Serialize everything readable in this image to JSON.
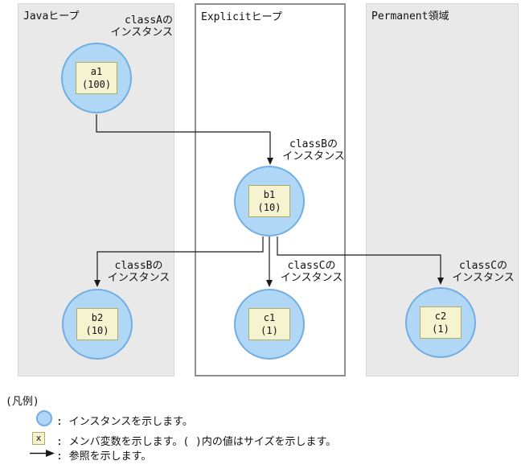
{
  "figure": {
    "panels": {
      "java": {
        "title": "Javaヒープ"
      },
      "explicit": {
        "title": "Explicitヒープ"
      },
      "permanent": {
        "title": "Permanent領域"
      }
    },
    "nodes": {
      "a1": {
        "name": "a1",
        "size": "(100)"
      },
      "b1": {
        "name": "b1",
        "size": "(10)"
      },
      "b2": {
        "name": "b2",
        "size": "(10)"
      },
      "c1": {
        "name": "c1",
        "size": "(1)"
      },
      "c2": {
        "name": "c2",
        "size": "(1)"
      }
    },
    "labels": {
      "a1": "classAの\nインスタンス",
      "b1": "classBの\nインスタンス",
      "b2": "classBの\nインスタンス",
      "c1": "classCの\nインスタンス",
      "c2": "classCの\nインスタンス"
    },
    "references": [
      "a1 -> b1",
      "b1 -> b2",
      "b1 -> c1",
      "b1 -> c2"
    ]
  },
  "legend": {
    "title": "(凡例)",
    "instance_item": {
      "text": ": インスタンスを示します。"
    },
    "member_item": {
      "icon_label": "x",
      "text": ": メンバ変数を示します。( )内の値はサイズを示します。"
    },
    "reference_item": {
      "text": ": 参照を示します。"
    }
  },
  "colors": {
    "panel_gray": "#e9e9e9",
    "explicit_border": "#8f8f8f",
    "instance_fill": "#b0d7f5",
    "instance_border": "#73aee3",
    "member_fill": "#f6f3d1",
    "member_border": "#adac62",
    "line": "#1a1a1a"
  }
}
